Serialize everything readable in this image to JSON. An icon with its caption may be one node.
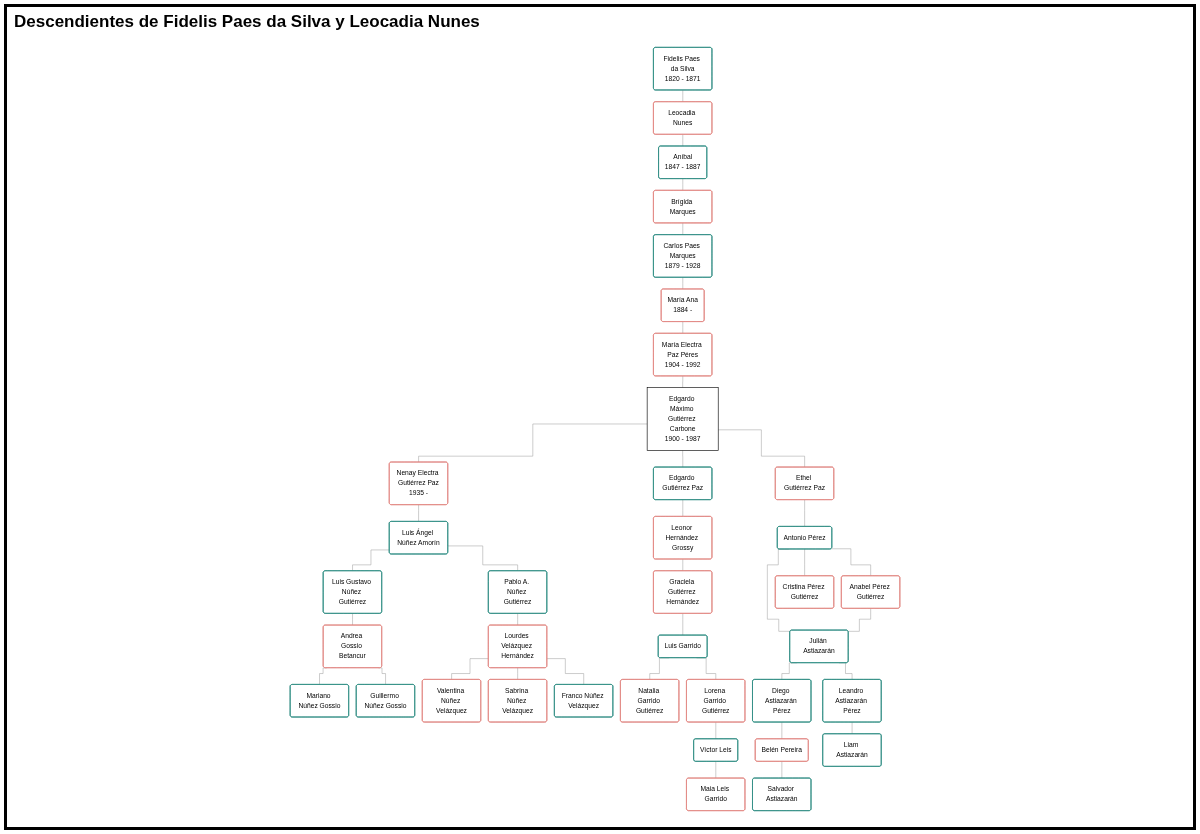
{
  "diagram": {
    "title": "Descendientes de Fidelis Paes da Silva y Leocadia Nunes",
    "nodes": [
      {
        "text": [
          "Fidelis Paes da Silva",
          "1820 - 1871"
        ]
      },
      {
        "text": [
          "Leocadia Nunes"
        ]
      },
      {
        "text": [
          "Aníbal",
          "1847 - 1887"
        ]
      },
      {
        "text": [
          "Brígida Marques"
        ]
      },
      {
        "text": [
          "Carlos Paes Marques",
          "1879 - 1928"
        ]
      },
      {
        "text": [
          "María Ana",
          "1884 -"
        ]
      },
      {
        "text": [
          "María Electra Paz Péres",
          "1904 - 1992"
        ]
      },
      {
        "text": [
          "Edgardo Máximo Gutiérrez Carbone",
          "1900 - 1987"
        ]
      },
      {
        "text": [
          "Nenay Electra Gutiérrez Paz",
          "1935 -"
        ]
      },
      {
        "text": [
          "Luis Ángel Núñez Amorín"
        ]
      },
      {
        "text": [
          "Edgardo Gutiérrez Paz"
        ]
      },
      {
        "text": [
          "Leonor Hernández Grossy"
        ]
      },
      {
        "text": [
          "Ethel Gutiérrez Paz"
        ]
      },
      {
        "text": [
          "Antonio Pérez"
        ]
      },
      {
        "text": [
          "Luis Gustavo Núñez Gutiérrez"
        ]
      },
      {
        "text": [
          "Andrea Gossio Betancur"
        ]
      },
      {
        "text": [
          "Pablo A. Núñez Gutiérrez"
        ]
      },
      {
        "text": [
          "Lourdes Velázquez Hernández"
        ]
      },
      {
        "text": [
          "Graciela Gutiérrez Hernández"
        ]
      },
      {
        "text": [
          "Luis Garrido"
        ]
      },
      {
        "text": [
          "Anabel Pérez Gutiérrez"
        ]
      },
      {
        "text": [
          "Julián Astiazarán"
        ]
      },
      {
        "text": [
          "Cristina Pérez Gutiérrez"
        ]
      },
      {
        "text": [
          "Mariano Núñez Gossio"
        ]
      },
      {
        "text": [
          "Guillermo Núñez Gossio"
        ]
      },
      {
        "text": [
          "Valentina Núñez Velázquez"
        ]
      },
      {
        "text": [
          "Sabrina Núñez Velázquez"
        ]
      },
      {
        "text": [
          "Franco Núñez Velázquez"
        ]
      },
      {
        "text": [
          "Natalia Garrido Gutiérrez"
        ]
      },
      {
        "text": [
          "Lorena Garrido Gutiérrez"
        ]
      },
      {
        "text": [
          "Víctor Leis"
        ]
      },
      {
        "text": [
          "Leandro Astiazarán Pérez"
        ]
      },
      {
        "text": [
          "Diego Astiazarán Pérez"
        ]
      },
      {
        "text": [
          "Belén Pereira"
        ]
      },
      {
        "text": [
          "Maia Leis Garrido"
        ]
      },
      {
        "text": [
          "Liam Astiazarán"
        ]
      },
      {
        "text": [
          "Salvador Astiazarán"
        ]
      }
    ],
    "edges": [
      {
        "from": 0,
        "to": 1,
        "arrow": "none"
      },
      {
        "from": 1,
        "to": 2,
        "arrow": "none"
      },
      {
        "from": 2,
        "to": 3,
        "arrow": "none"
      },
      {
        "from": 3,
        "to": 4,
        "arrow": "none"
      },
      {
        "from": 4,
        "to": 5,
        "arrow": "none"
      },
      {
        "from": 5,
        "to": 6,
        "arrow": "none"
      },
      {
        "from": 6,
        "to": 7,
        "arrow": "none"
      },
      {
        "from": 7,
        "to": 8,
        "arrow": "none"
      },
      {
        "from": 7,
        "to": 10,
        "arrow": "none"
      },
      {
        "from": 7,
        "to": 12,
        "arrow": "none"
      },
      {
        "from": 8,
        "to": 9,
        "arrow": "none"
      },
      {
        "from": 10,
        "to": 11,
        "arrow": "none"
      },
      {
        "from": 12,
        "to": 13,
        "arrow": "none"
      },
      {
        "from": 9,
        "to": 14,
        "arrow": "none"
      },
      {
        "from": 9,
        "to": 16,
        "arrow": "none"
      },
      {
        "from": 11,
        "to": 18,
        "arrow": "none"
      },
      {
        "from": 13,
        "to": 20,
        "arrow": "none"
      },
      {
        "from": 13,
        "to": 21,
        "arrow": "none"
      },
      {
        "from": 13,
        "to": 22,
        "arrow": "none"
      },
      {
        "from": 14,
        "to": 15,
        "arrow": "none"
      },
      {
        "from": 16,
        "to": 17,
        "arrow": "none"
      },
      {
        "from": 18,
        "to": 19,
        "arrow": "none"
      },
      {
        "from": 20,
        "to": 21,
        "arrow": "none"
      },
      {
        "from": 15,
        "to": 23,
        "arrow": "none"
      },
      {
        "from": 15,
        "to": 24,
        "arrow": "none"
      },
      {
        "from": 17,
        "to": 25,
        "arrow": "none"
      },
      {
        "from": 17,
        "to": 26,
        "arrow": "none"
      },
      {
        "from": 17,
        "to": 27,
        "arrow": "none"
      },
      {
        "from": 19,
        "to": 28,
        "arrow": "none"
      },
      {
        "from": 19,
        "to": 29,
        "arrow": "none"
      },
      {
        "from": 21,
        "to": 31,
        "arrow": "none"
      },
      {
        "from": 21,
        "to": 32,
        "arrow": "none"
      },
      {
        "from": 29,
        "to": 30,
        "arrow": "none"
      },
      {
        "from": 32,
        "to": 33,
        "arrow": "none"
      },
      {
        "from": 30,
        "to": 34,
        "arrow": "none"
      },
      {
        "from": 31,
        "to": 35,
        "arrow": "none"
      },
      {
        "from": 33,
        "to": 36,
        "arrow": "none"
      }
    ]
  }
}
